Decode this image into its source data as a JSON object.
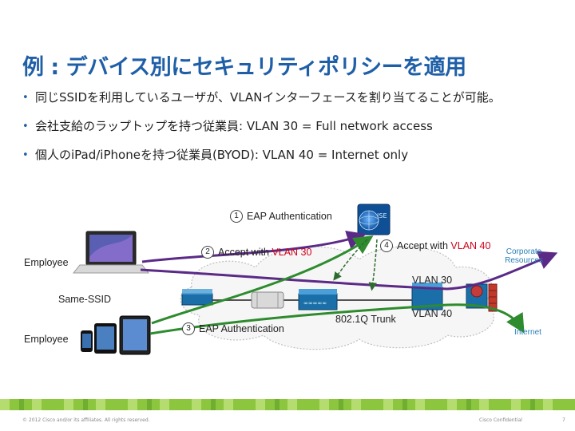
{
  "title": "例 : デバイス別にセキュリティポリシーを適用",
  "bullets": [
    "同じSSIDを利用しているユーザが、VLANインターフェースを割り当てることが可能。",
    "会社支給のラップトップを持つ従業員: VLAN 30 = Full network access",
    "個人のiPad/iPhoneを持つ従業員(BYOD): VLAN 40 = Internet only"
  ],
  "diagram": {
    "step1": {
      "num": "1",
      "text": "EAP Authentication"
    },
    "step2": {
      "num": "2",
      "text_prefix": "Accept with ",
      "vlan": "VLAN 30"
    },
    "step3": {
      "num": "3",
      "text": "EAP Authentication"
    },
    "step4": {
      "num": "4",
      "text_prefix": "Accept with ",
      "vlan": "VLAN 40"
    },
    "ise_label": "ISE",
    "employee_top": "Employee",
    "employee_bottom": "Employee",
    "same_ssid": "Same-SSID",
    "vlan30": "VLAN 30",
    "vlan40": "VLAN 40",
    "trunk": "802.1Q Trunk",
    "corporate_resources": "Corporate Resources",
    "internet": "Internet"
  },
  "footer": {
    "copyright": "© 2012 Cisco and/or its affiliates. All rights reserved.",
    "confidential": "Cisco Confidential",
    "page": "7"
  },
  "colors": {
    "title": "#1f5fa8",
    "vlan30_path": "#5b2a86",
    "vlan40_path": "#2e8b2e",
    "accent_red": "#d0021b",
    "footer_green": "#8cc63f"
  }
}
